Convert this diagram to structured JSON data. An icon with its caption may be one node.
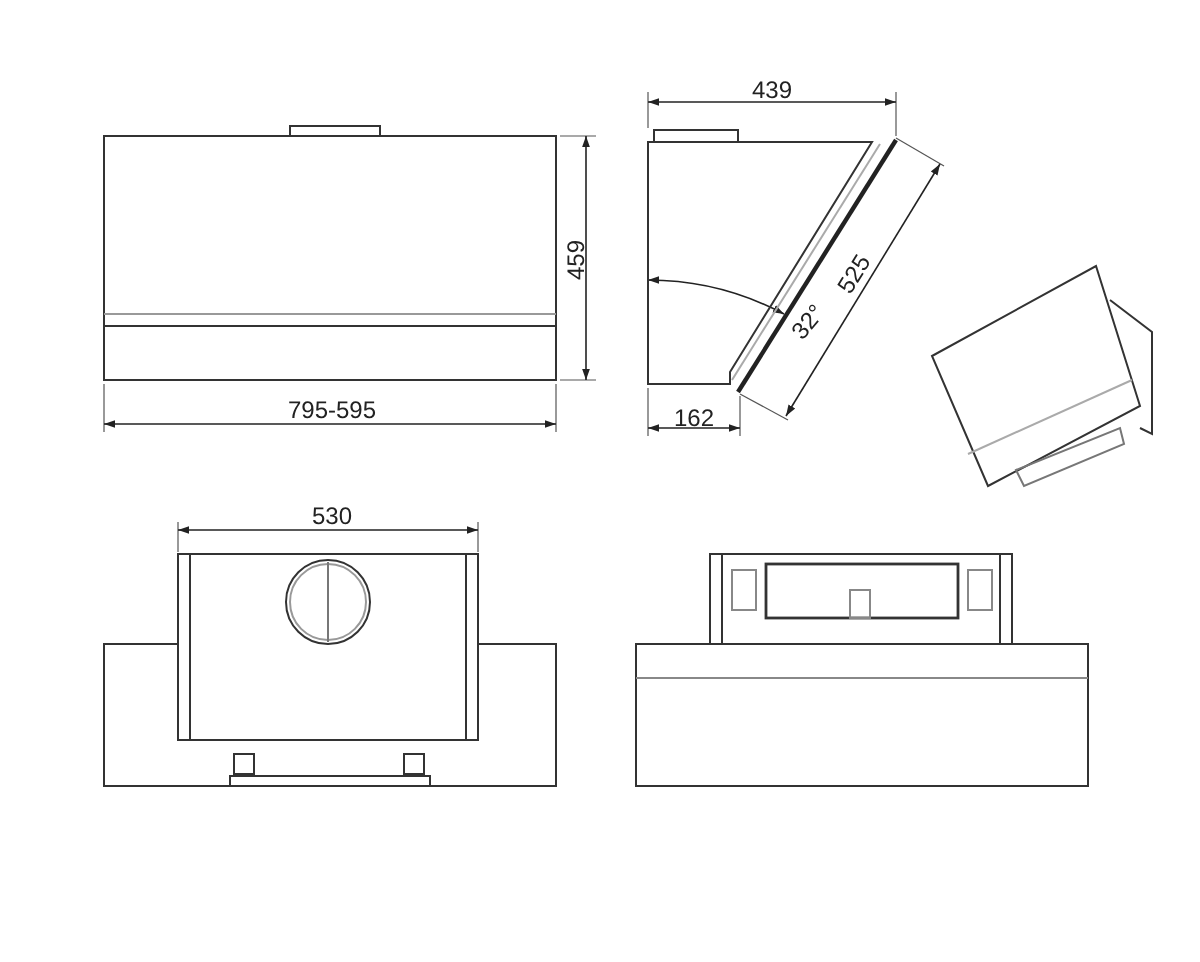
{
  "diagram": {
    "labels": [
      "439",
      "459",
      "525",
      "32°",
      "795-595",
      "162",
      "530"
    ]
  }
}
